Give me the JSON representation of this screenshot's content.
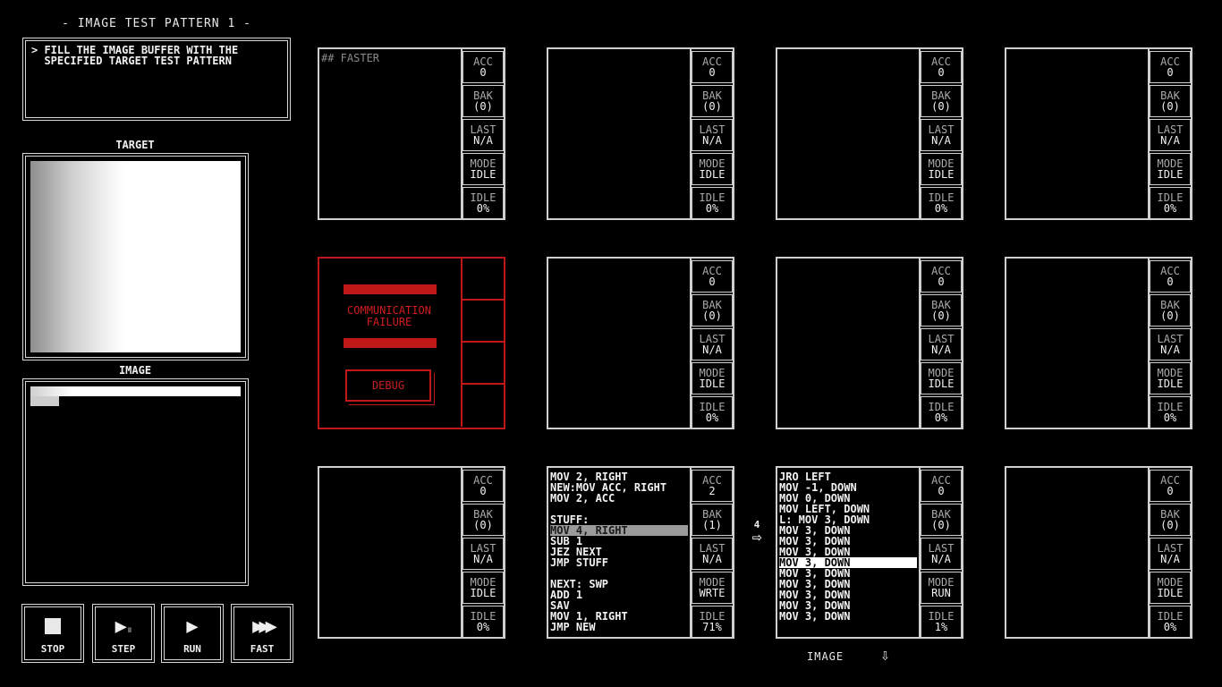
{
  "puzzle": {
    "title": "- IMAGE TEST PATTERN 1 -",
    "description": "> FILL THE IMAGE BUFFER WITH THE\n  SPECIFIED TARGET TEST PATTERN",
    "target_label": "TARGET",
    "image_label": "IMAGE"
  },
  "controls": {
    "stop": "STOP",
    "step": "STEP",
    "run": "RUN",
    "fast": "FAST"
  },
  "register_names": {
    "acc": "ACC",
    "bak": "BAK",
    "last": "LAST",
    "mode": "MODE",
    "idle": "IDLE"
  },
  "nodes": [
    {
      "code": "## FASTER",
      "dim": true,
      "acc": "0",
      "bak": "(0)",
      "last": "N/A",
      "mode": "IDLE",
      "idle": "0%"
    },
    {
      "code": "",
      "acc": "0",
      "bak": "(0)",
      "last": "N/A",
      "mode": "IDLE",
      "idle": "0%"
    },
    {
      "code": "",
      "acc": "0",
      "bak": "(0)",
      "last": "N/A",
      "mode": "IDLE",
      "idle": "0%"
    },
    {
      "code": "",
      "acc": "0",
      "bak": "(0)",
      "last": "N/A",
      "mode": "IDLE",
      "idle": "0%"
    },
    {
      "code": "",
      "acc": "0",
      "bak": "(0)",
      "last": "N/A",
      "mode": "IDLE",
      "idle": "0%"
    },
    {
      "code": "",
      "acc": "0",
      "bak": "(0)",
      "last": "N/A",
      "mode": "IDLE",
      "idle": "0%"
    },
    {
      "code": "",
      "acc": "0",
      "bak": "(0)",
      "last": "N/A",
      "mode": "IDLE",
      "idle": "0%"
    },
    {
      "code": "",
      "acc": "0",
      "bak": "(0)",
      "last": "N/A",
      "mode": "IDLE",
      "idle": "0%"
    },
    {
      "lines": [
        "MOV 2, RIGHT",
        "NEW:MOV ACC, RIGHT",
        "MOV 2, ACC",
        "",
        "STUFF:",
        "MOV 4, RIGHT",
        "SUB 1",
        "JEZ NEXT",
        "JMP STUFF",
        "",
        "NEXT: SWP",
        "ADD 1",
        "SAV",
        "MOV 1, RIGHT",
        "JMP NEW"
      ],
      "highlight": 5,
      "acc": "2",
      "bak": "(1)",
      "last": "N/A",
      "mode": "WRTE",
      "idle": "71%"
    },
    {
      "lines": [
        "JRO LEFT",
        "MOV -1, DOWN",
        "MOV 0, DOWN",
        "MOV LEFT, DOWN",
        "L: MOV 3, DOWN",
        "MOV 3, DOWN",
        "MOV 3, DOWN",
        "MOV 3, DOWN",
        "MOV 3, DOWN",
        "MOV 3, DOWN",
        "MOV 3, DOWN",
        "MOV 3, DOWN",
        "MOV 3, DOWN",
        "MOV 3, DOWN"
      ],
      "highlight": 8,
      "acc": "0",
      "bak": "(0)",
      "last": "N/A",
      "mode": "RUN",
      "idle": "1%"
    },
    {
      "code": "",
      "acc": "0",
      "bak": "(0)",
      "last": "N/A",
      "mode": "IDLE",
      "idle": "0%"
    }
  ],
  "corrupted_node": {
    "message": "COMMUNICATION\nFAILURE",
    "debug": "DEBUG"
  },
  "port_arrow": {
    "value": "4",
    "glyph": "⇨"
  },
  "output_port": {
    "label": "IMAGE",
    "glyph": "⇩"
  },
  "colors": {
    "background": "#000000",
    "frame": "#cfcfcf",
    "error": "#c01717"
  }
}
